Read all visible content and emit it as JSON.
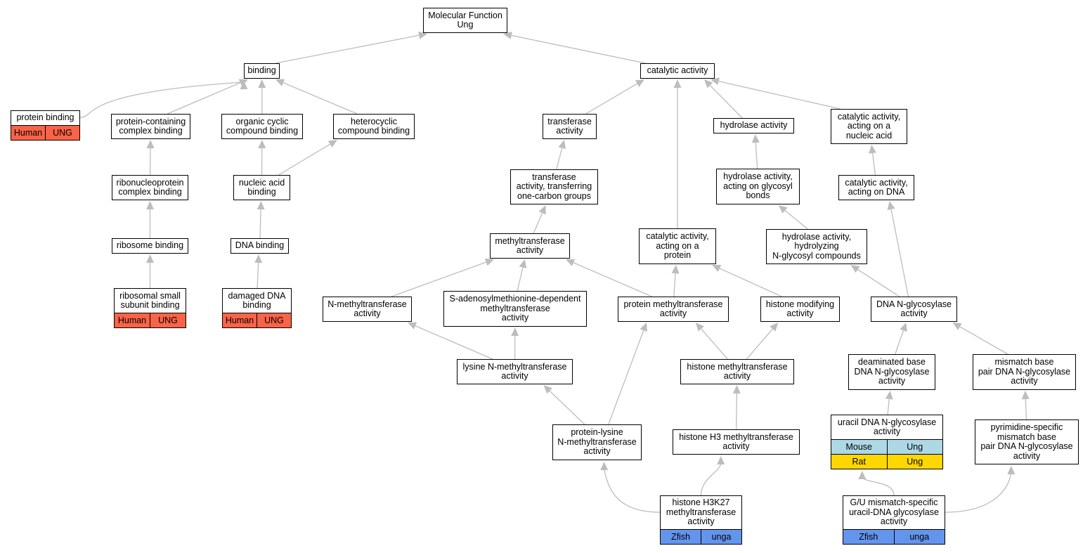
{
  "colors": {
    "edge": "#bdbdbd",
    "Human": "#fa6347",
    "Mouse": "#add8e6",
    "Rat": "#ffd700",
    "Zfish": "#6495ed"
  },
  "nodes": [
    {
      "id": "root",
      "label": "Molecular Function\nUng"
    },
    {
      "id": "binding",
      "label": "binding"
    },
    {
      "id": "catalytic",
      "label": "catalytic activity"
    },
    {
      "id": "protein_binding",
      "label": "protein binding",
      "annotations": [
        {
          "species": "Human",
          "gene": "UNG"
        }
      ]
    },
    {
      "id": "pcc_binding",
      "label": "protein-containing\ncomplex binding"
    },
    {
      "id": "occ_binding",
      "label": "organic cyclic\ncompound binding"
    },
    {
      "id": "hc_binding",
      "label": "heterocyclic\ncompound binding"
    },
    {
      "id": "rnp_binding",
      "label": "ribonucleoprotein\ncomplex binding"
    },
    {
      "id": "na_binding",
      "label": "nucleic acid\nbinding"
    },
    {
      "id": "ribosome_binding",
      "label": "ribosome binding"
    },
    {
      "id": "dna_binding",
      "label": "DNA binding"
    },
    {
      "id": "rss_binding",
      "label": "ribosomal small\nsubunit binding",
      "annotations": [
        {
          "species": "Human",
          "gene": "UNG"
        }
      ]
    },
    {
      "id": "ddna_binding",
      "label": "damaged DNA\nbinding",
      "annotations": [
        {
          "species": "Human",
          "gene": "UNG"
        }
      ]
    },
    {
      "id": "transferase",
      "label": "transferase\nactivity"
    },
    {
      "id": "hydrolase",
      "label": "hydrolase activity"
    },
    {
      "id": "cat_na",
      "label": "catalytic activity,\nacting on a\nnucleic acid"
    },
    {
      "id": "trans_one_c",
      "label": "transferase\nactivity, transferring\none-carbon groups"
    },
    {
      "id": "hydro_glyc",
      "label": "hydrolase activity,\nacting on glycosyl\nbonds"
    },
    {
      "id": "cat_dna",
      "label": "catalytic activity,\nacting on DNA"
    },
    {
      "id": "methyl",
      "label": "methyltransferase\nactivity"
    },
    {
      "id": "cat_protein",
      "label": "catalytic activity,\nacting on a\nprotein"
    },
    {
      "id": "hydro_nglyc",
      "label": "hydrolase activity,\nhydrolyzing\nN-glycosyl compounds"
    },
    {
      "id": "n_methyl",
      "label": "N-methyltransferase\nactivity"
    },
    {
      "id": "sam_methyl",
      "label": "S-adenosylmethionine-dependent\nmethyltransferase\nactivity"
    },
    {
      "id": "prot_methyl",
      "label": "protein methyltransferase\nactivity"
    },
    {
      "id": "hist_mod",
      "label": "histone modifying\nactivity"
    },
    {
      "id": "dna_nglyc",
      "label": "DNA N-glycosylase\nactivity"
    },
    {
      "id": "lys_methyl",
      "label": "lysine N-methyltransferase\nactivity"
    },
    {
      "id": "hist_methyl",
      "label": "histone methyltransferase\nactivity"
    },
    {
      "id": "deam_base",
      "label": "deaminated base\nDNA N-glycosylase\nactivity"
    },
    {
      "id": "mismatch",
      "label": "mismatch base\npair DNA N-glycosylase\nactivity"
    },
    {
      "id": "prot_lys",
      "label": "protein-lysine\nN-methyltransferase\nactivity"
    },
    {
      "id": "h3_methyl",
      "label": "histone H3 methyltransferase\nactivity"
    },
    {
      "id": "uracil",
      "label": "uracil DNA N-glycosylase\nactivity",
      "annotations": [
        {
          "species": "Mouse",
          "gene": "Ung"
        },
        {
          "species": "Rat",
          "gene": "Ung"
        }
      ]
    },
    {
      "id": "pyr_mismatch",
      "label": "pyrimidine-specific\nmismatch base\npair DNA N-glycosylase\nactivity"
    },
    {
      "id": "h3k27",
      "label": "histone H3K27\nmethyltransferase\nactivity",
      "annotations": [
        {
          "species": "Zfish",
          "gene": "unga"
        }
      ]
    },
    {
      "id": "gu_mismatch",
      "label": "G/U mismatch-specific\nuracil-DNA glycosylase\nactivity",
      "annotations": [
        {
          "species": "Zfish",
          "gene": "unga"
        }
      ]
    }
  ],
  "edges": [
    {
      "from": "binding",
      "to": "root"
    },
    {
      "from": "catalytic",
      "to": "root"
    },
    {
      "from": "protein_binding",
      "to": "binding"
    },
    {
      "from": "pcc_binding",
      "to": "binding"
    },
    {
      "from": "occ_binding",
      "to": "binding"
    },
    {
      "from": "hc_binding",
      "to": "binding"
    },
    {
      "from": "rnp_binding",
      "to": "pcc_binding"
    },
    {
      "from": "na_binding",
      "to": "occ_binding"
    },
    {
      "from": "na_binding",
      "to": "hc_binding"
    },
    {
      "from": "ribosome_binding",
      "to": "rnp_binding"
    },
    {
      "from": "dna_binding",
      "to": "na_binding"
    },
    {
      "from": "rss_binding",
      "to": "ribosome_binding"
    },
    {
      "from": "ddna_binding",
      "to": "dna_binding"
    },
    {
      "from": "transferase",
      "to": "catalytic"
    },
    {
      "from": "cat_protein",
      "to": "catalytic"
    },
    {
      "from": "hydrolase",
      "to": "catalytic"
    },
    {
      "from": "cat_na",
      "to": "catalytic"
    },
    {
      "from": "trans_one_c",
      "to": "transferase"
    },
    {
      "from": "hydro_glyc",
      "to": "hydrolase"
    },
    {
      "from": "cat_dna",
      "to": "cat_na"
    },
    {
      "from": "methyl",
      "to": "trans_one_c"
    },
    {
      "from": "hydro_nglyc",
      "to": "hydro_glyc"
    },
    {
      "from": "n_methyl",
      "to": "methyl"
    },
    {
      "from": "sam_methyl",
      "to": "methyl"
    },
    {
      "from": "prot_methyl",
      "to": "methyl"
    },
    {
      "from": "prot_methyl",
      "to": "cat_protein"
    },
    {
      "from": "hist_mod",
      "to": "cat_protein"
    },
    {
      "from": "dna_nglyc",
      "to": "hydro_nglyc"
    },
    {
      "from": "dna_nglyc",
      "to": "cat_dna"
    },
    {
      "from": "lys_methyl",
      "to": "n_methyl"
    },
    {
      "from": "lys_methyl",
      "to": "sam_methyl"
    },
    {
      "from": "hist_methyl",
      "to": "prot_methyl"
    },
    {
      "from": "hist_methyl",
      "to": "hist_mod"
    },
    {
      "from": "deam_base",
      "to": "dna_nglyc"
    },
    {
      "from": "mismatch",
      "to": "dna_nglyc"
    },
    {
      "from": "prot_lys",
      "to": "lys_methyl"
    },
    {
      "from": "prot_lys",
      "to": "prot_methyl"
    },
    {
      "from": "h3_methyl",
      "to": "hist_methyl"
    },
    {
      "from": "uracil",
      "to": "deam_base"
    },
    {
      "from": "pyr_mismatch",
      "to": "mismatch"
    },
    {
      "from": "h3k27",
      "to": "prot_lys"
    },
    {
      "from": "h3k27",
      "to": "h3_methyl"
    },
    {
      "from": "gu_mismatch",
      "to": "uracil"
    },
    {
      "from": "gu_mismatch",
      "to": "pyr_mismatch"
    }
  ]
}
